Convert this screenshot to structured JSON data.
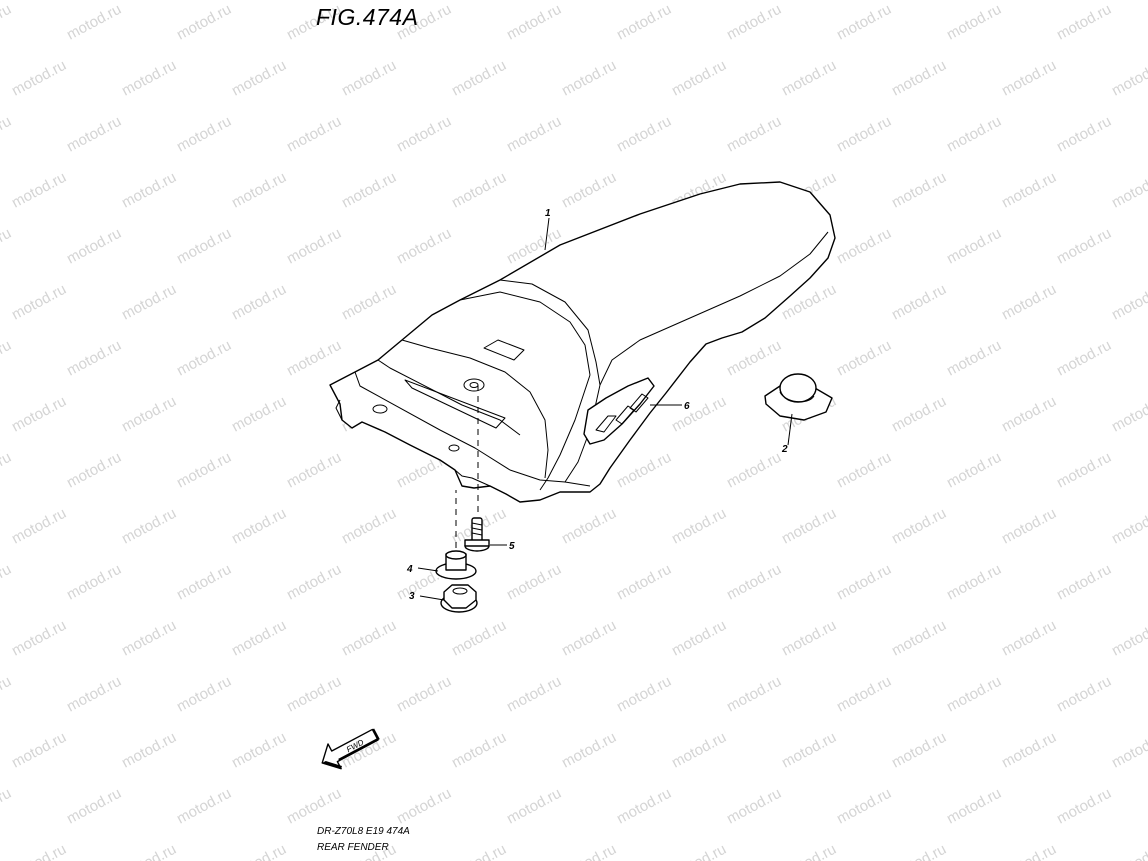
{
  "figure": {
    "title": "FIG.474A"
  },
  "footer": {
    "model_code": "DR-Z70L8  E19  474A",
    "section_name": "REAR FENDER"
  },
  "callouts": [
    "1",
    "2",
    "3",
    "4",
    "5",
    "6"
  ],
  "direction_arrow": {
    "label": "FWD"
  },
  "watermark": {
    "text": "motod.ru",
    "color": "#d4d4d4"
  },
  "parts": [
    {
      "number": "1",
      "item": "rear fender"
    },
    {
      "number": "2",
      "item": "cushion"
    },
    {
      "number": "3",
      "item": "nut"
    },
    {
      "number": "4",
      "item": "washer/collar"
    },
    {
      "number": "5",
      "item": "bolt"
    },
    {
      "number": "6",
      "item": "emblem"
    }
  ]
}
